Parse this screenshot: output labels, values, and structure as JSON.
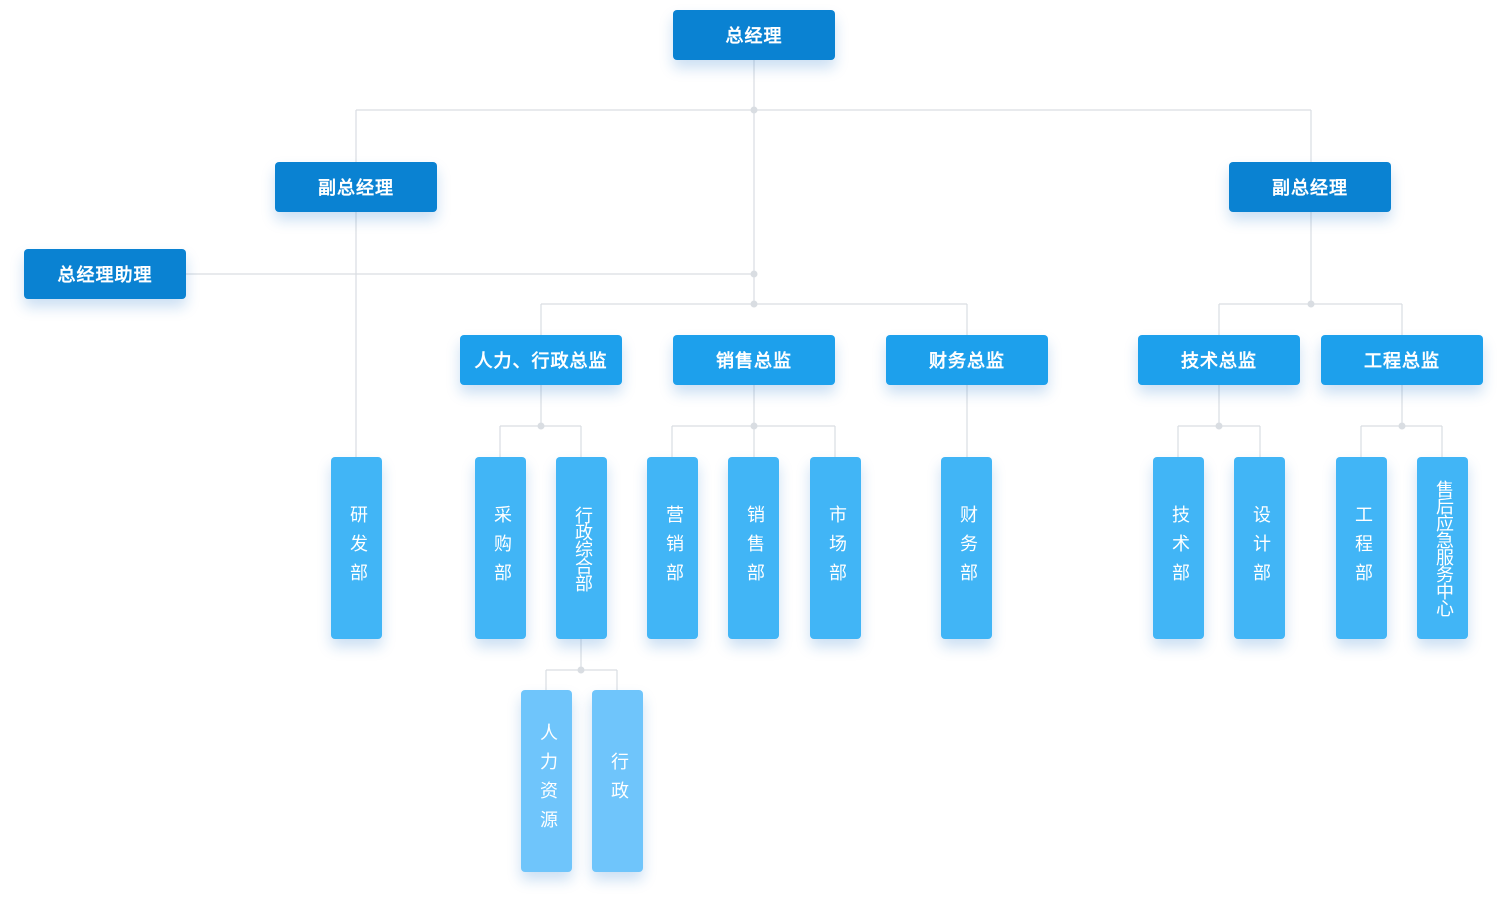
{
  "colors": {
    "level1": "#0a82d2",
    "level2": "#1da0ec",
    "level3": "#41b5f6",
    "level4": "#6fc5fb",
    "connector": "#d9dde2"
  },
  "ceo": "总经理",
  "vp_left": "副总经理",
  "vp_right": "副总经理",
  "assistant": "总经理助理",
  "directors": {
    "hr_admin": "人力、行政总监",
    "sales": "销售总监",
    "finance": "财务总监",
    "tech": "技术总监",
    "engineering": "工程总监"
  },
  "departments": {
    "rnd": "研发部",
    "purchasing": "采购部",
    "admin_general": "行政综合部",
    "marketing": "营销部",
    "sales": "销售部",
    "market": "市场部",
    "finance": "财务部",
    "tech": "技术部",
    "design": "设计部",
    "engineering": "工程部",
    "after_sales": "售后应急服务中心"
  },
  "sub_departments": {
    "hr": "人力资源",
    "admin": "行政"
  }
}
